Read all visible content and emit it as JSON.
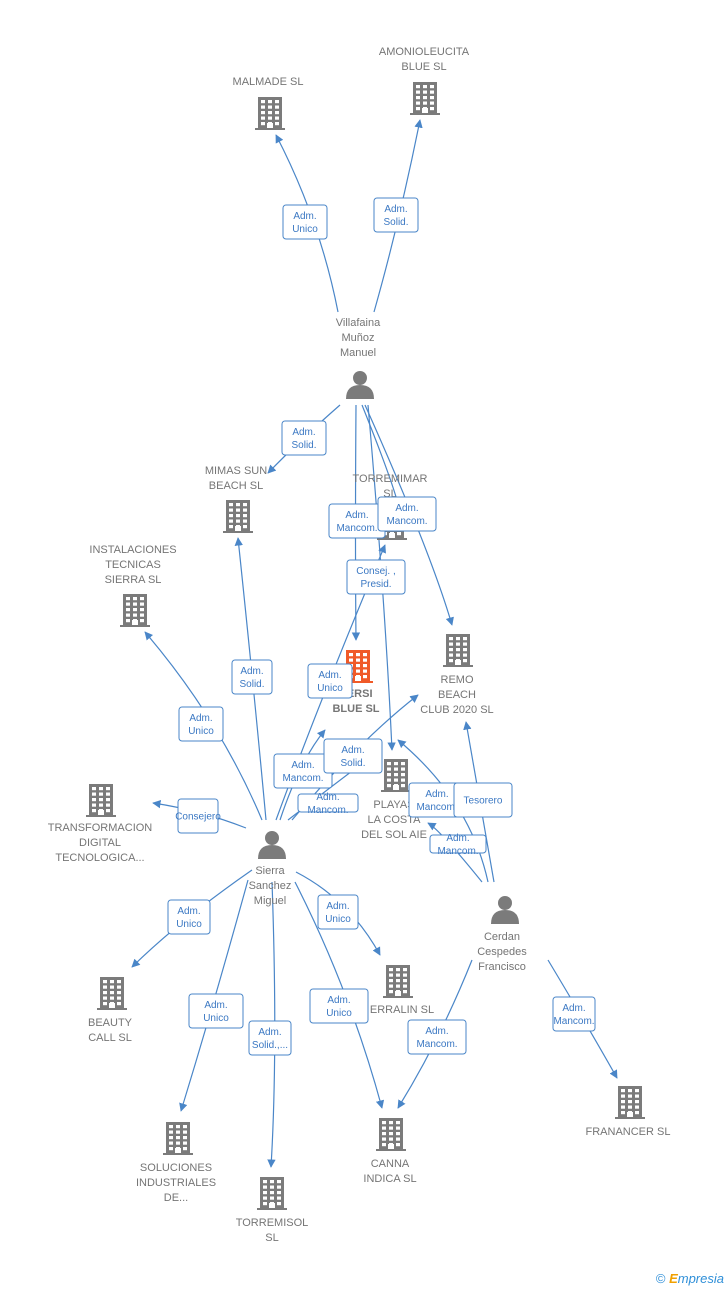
{
  "colors": {
    "accent": "#4a86c8",
    "building": "#7b7b7b",
    "building_focus": "#f05a28",
    "person": "#7b7b7b",
    "label": "#757575"
  },
  "footer": {
    "copyright": "©",
    "brand_e": "E",
    "brand_rest": "mpresia"
  },
  "nodes": [
    {
      "id": "malmade",
      "type": "company",
      "label": [
        "MALMADE  SL"
      ]
    },
    {
      "id": "amonio",
      "type": "company",
      "label": [
        "AMONIOLEUCITA",
        "BLUE SL"
      ]
    },
    {
      "id": "villafaina",
      "type": "person",
      "label": [
        "Villafaina",
        "Muñoz",
        "Manuel"
      ]
    },
    {
      "id": "mimas",
      "type": "company",
      "label": [
        "MIMAS SUN",
        "BEACH  SL"
      ]
    },
    {
      "id": "torremimar",
      "type": "company",
      "label": [
        "TORREMIMAR",
        "SL"
      ]
    },
    {
      "id": "instalaciones",
      "type": "company",
      "label": [
        "INSTALACIONES",
        "TECNICAS",
        "SIERRA SL"
      ]
    },
    {
      "id": "versi",
      "type": "company",
      "focus": true,
      "label": [
        "VERSI",
        "BLUE  SL"
      ]
    },
    {
      "id": "remo",
      "type": "company",
      "label": [
        "REMO",
        "BEACH",
        "CLUB 2020  SL"
      ]
    },
    {
      "id": "playas",
      "type": "company",
      "label": [
        "PLAYAS",
        "LA COSTA",
        "DEL SOL AIE"
      ]
    },
    {
      "id": "transformacion",
      "type": "company",
      "label": [
        "TRANSFORMACION",
        "DIGITAL",
        "TECNOLOGICA..."
      ]
    },
    {
      "id": "sierra",
      "type": "person",
      "label": [
        "Sierra",
        "Sanchez",
        "Miguel"
      ]
    },
    {
      "id": "cerdan",
      "type": "person",
      "label": [
        "Cerdan",
        "Cespedes",
        "Francisco"
      ]
    },
    {
      "id": "beauty",
      "type": "company",
      "label": [
        "BEAUTY",
        "CALL SL"
      ]
    },
    {
      "id": "erralin",
      "type": "company",
      "label": [
        "ERRALIN SL"
      ]
    },
    {
      "id": "soluciones",
      "type": "company",
      "label": [
        "SOLUCIONES",
        "INDUSTRIALES",
        "DE..."
      ]
    },
    {
      "id": "canna",
      "type": "company",
      "label": [
        "CANNA",
        "INDICA  SL"
      ]
    },
    {
      "id": "torremisol",
      "type": "company",
      "label": [
        "TORREMISOL",
        "SL"
      ]
    },
    {
      "id": "franancer",
      "type": "company",
      "label": [
        "FRANANCER SL"
      ]
    }
  ],
  "edges": [
    {
      "label": [
        "Adm.",
        "Unico"
      ]
    },
    {
      "label": [
        "Adm.",
        "Solid."
      ]
    },
    {
      "label": [
        "Adm.",
        "Solid."
      ]
    },
    {
      "label": [
        "Adm.",
        "Mancom."
      ]
    },
    {
      "label": [
        "Adm.",
        "Mancom."
      ]
    },
    {
      "label": [
        "Consej. ,",
        "Presid."
      ]
    },
    {
      "label": [
        "Adm.",
        "Solid."
      ]
    },
    {
      "label": [
        "Adm.",
        "Unico"
      ]
    },
    {
      "label": [
        "Adm.",
        "Unico"
      ]
    },
    {
      "label": [
        "Adm.",
        "Mancom."
      ]
    },
    {
      "label": [
        "Adm.",
        "Mancom."
      ]
    },
    {
      "label": [
        "Consejero"
      ]
    },
    {
      "label": [
        "Adm.",
        "Solid."
      ]
    },
    {
      "label": [
        "Adm.",
        "Mancom."
      ]
    },
    {
      "label": [
        "Adm.",
        "Mancom."
      ]
    },
    {
      "label": [
        "Tesorero"
      ]
    },
    {
      "label": [
        "Adm.",
        "Unico"
      ]
    },
    {
      "label": [
        "Adm.",
        "Unico"
      ]
    },
    {
      "label": [
        "Adm.",
        "Solid.,..."
      ]
    },
    {
      "label": [
        "Adm.",
        "Unico"
      ]
    },
    {
      "label": [
        "Adm.",
        "Mancom."
      ]
    },
    {
      "label": [
        "Adm.",
        "Mancom."
      ]
    },
    {
      "label": [
        "Adm.",
        "Unico"
      ]
    }
  ]
}
